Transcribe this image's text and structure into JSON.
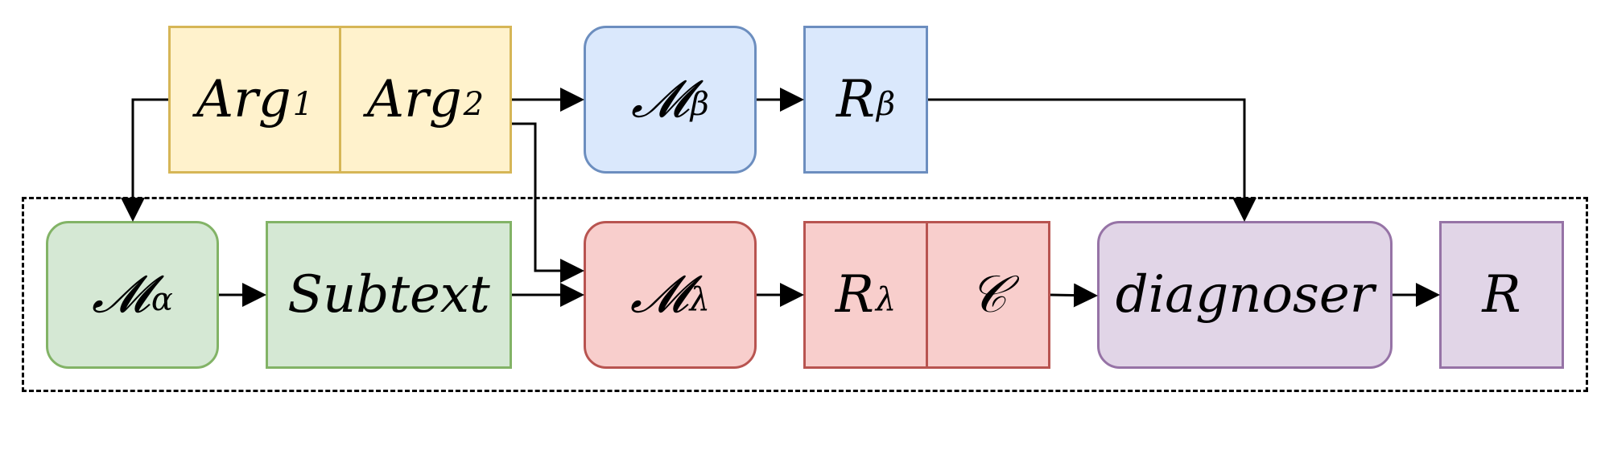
{
  "diagram": {
    "nodes": {
      "arg1": {
        "main": "Arg",
        "sub": "1"
      },
      "arg2": {
        "main": "Arg",
        "sub": "2"
      },
      "m_beta": {
        "main": "𝓜",
        "sub": "β"
      },
      "r_beta": {
        "main": "R",
        "sub": "β"
      },
      "m_alpha": {
        "main": "𝓜",
        "sub": "α"
      },
      "subtext": {
        "main": "Subtext"
      },
      "m_lambda": {
        "main": "𝓜",
        "sub": "λ"
      },
      "r_lambda": {
        "main": "R",
        "sub": "λ"
      },
      "c": {
        "main": "𝒞"
      },
      "diagnoser": {
        "main": "diagnoser"
      },
      "r": {
        "main": "R"
      }
    },
    "colors": {
      "yellow_fill": "#fff2cc",
      "yellow_stroke": "#d6b656",
      "blue_fill": "#dae8fc",
      "blue_stroke": "#6c8ebf",
      "green_fill": "#d5e8d4",
      "green_stroke": "#82b366",
      "red_fill": "#f8cecc",
      "red_stroke": "#b85450",
      "purple_fill": "#e1d5e7",
      "purple_stroke": "#9673a6"
    }
  }
}
